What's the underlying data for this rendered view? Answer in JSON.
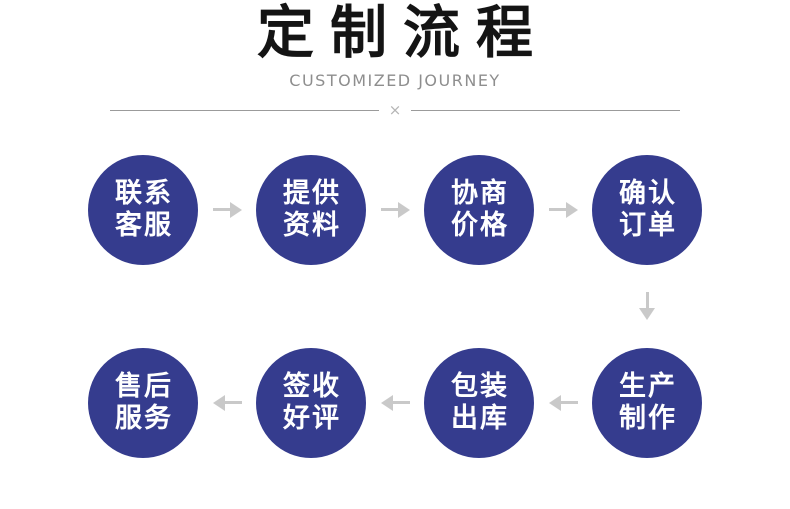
{
  "header": {
    "title": "定制流程",
    "subtitle": "CUSTOMIZED JOURNEY",
    "divider_mark": "×"
  },
  "colors": {
    "circle_blue": "#353c8e",
    "circle_text": "#ffffff",
    "arrow_gray": "#c9c9c9",
    "title_black": "#141414",
    "subtitle_gray": "#8e8e8e",
    "divider_gray": "#9b9b9b"
  },
  "flow": {
    "row1": [
      {
        "name": "contact-service",
        "line1": "联系",
        "line2": "客服"
      },
      {
        "name": "provide-materials",
        "line1": "提供",
        "line2": "资料"
      },
      {
        "name": "negotiate-price",
        "line1": "协商",
        "line2": "价格"
      },
      {
        "name": "confirm-order",
        "line1": "确认",
        "line2": "订单"
      }
    ],
    "row2": [
      {
        "name": "after-sales-service",
        "line1": "售后",
        "line2": "服务"
      },
      {
        "name": "sign-and-review",
        "line1": "签收",
        "line2": "好评"
      },
      {
        "name": "pack-and-ship",
        "line1": "包装",
        "line2": "出库"
      },
      {
        "name": "production",
        "line1": "生产",
        "line2": "制作"
      }
    ]
  }
}
